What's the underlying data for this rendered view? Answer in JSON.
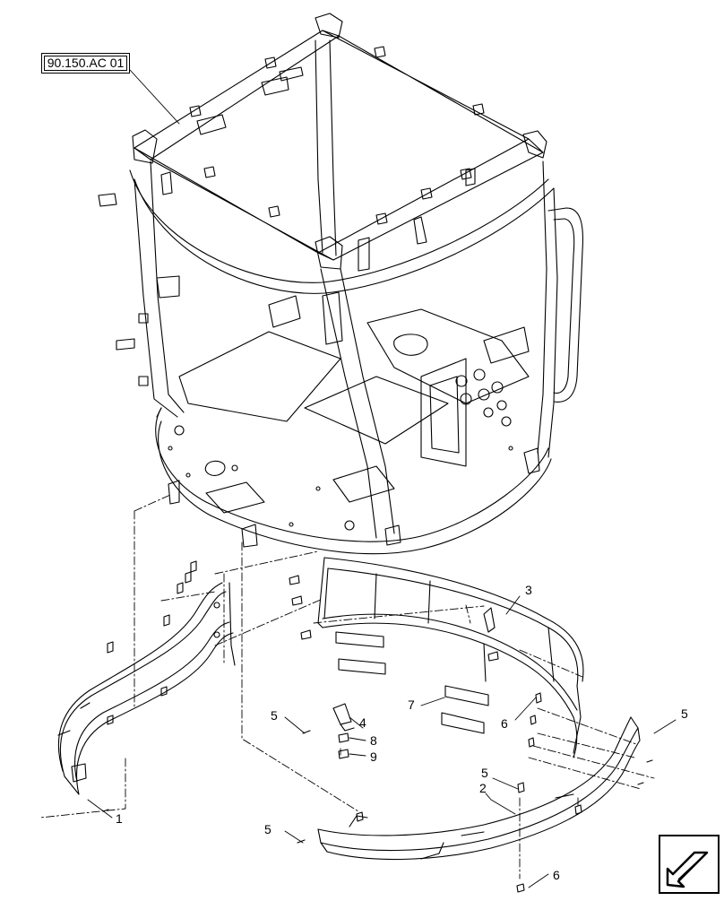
{
  "reference": {
    "label": "90.150.AC 01"
  },
  "callouts": [
    {
      "id": "1",
      "label": "1"
    },
    {
      "id": "2",
      "label": "2"
    },
    {
      "id": "3",
      "label": "3"
    },
    {
      "id": "4",
      "label": "4"
    },
    {
      "id": "5a",
      "label": "5"
    },
    {
      "id": "5b",
      "label": "5"
    },
    {
      "id": "5c",
      "label": "5"
    },
    {
      "id": "5d",
      "label": "5"
    },
    {
      "id": "6a",
      "label": "6"
    },
    {
      "id": "6b",
      "label": "6"
    },
    {
      "id": "7",
      "label": "7"
    },
    {
      "id": "8",
      "label": "8"
    },
    {
      "id": "9",
      "label": "9"
    }
  ],
  "navigation": {
    "icon": "return-arrow-icon"
  }
}
